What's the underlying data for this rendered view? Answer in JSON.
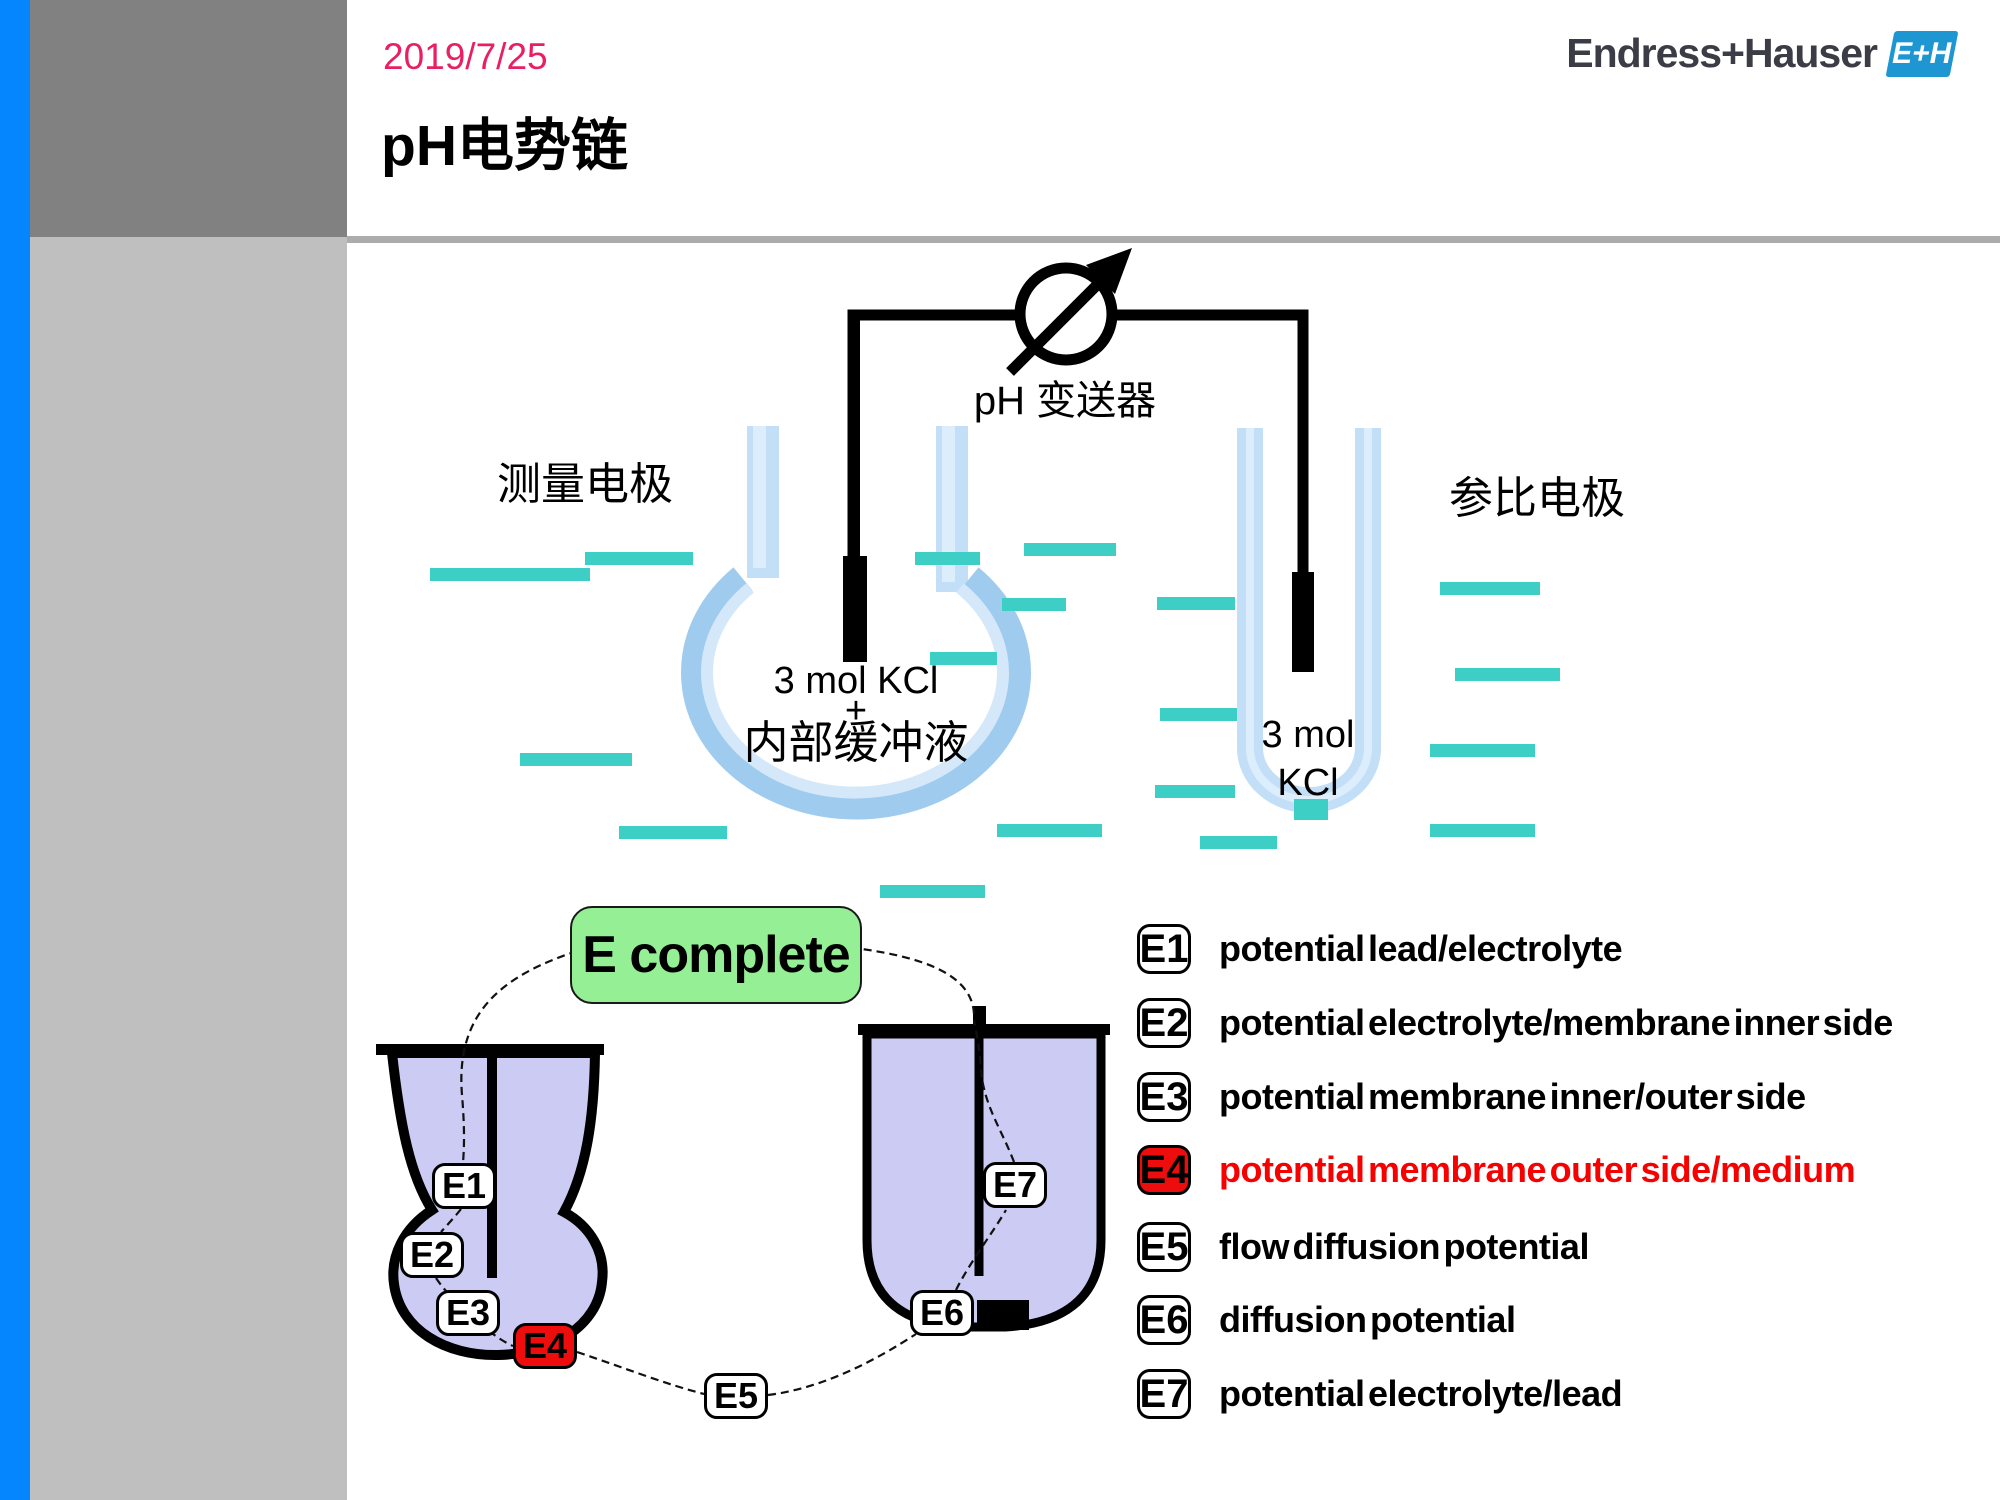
{
  "slide": {
    "date": "2019/7/25",
    "title": "pH电势链"
  },
  "logo": {
    "text": "Endress+Hauser",
    "badge": "E+H"
  },
  "apparatus": {
    "transmitter_label": "pH 变送器",
    "measuring_electrode_label": "测量电极",
    "reference_electrode_label": "参比电极",
    "measuring_electrolyte": [
      "3 mol KCl",
      "+",
      "内部缓冲液"
    ],
    "reference_electrolyte": [
      "3 mol",
      "KCl"
    ]
  },
  "chain": {
    "complete_label": "E complete",
    "nodes": [
      {
        "id": "E1",
        "highlight": false
      },
      {
        "id": "E2",
        "highlight": false
      },
      {
        "id": "E3",
        "highlight": false
      },
      {
        "id": "E4",
        "highlight": true
      },
      {
        "id": "E5",
        "highlight": false
      },
      {
        "id": "E6",
        "highlight": false
      },
      {
        "id": "E7",
        "highlight": false
      }
    ]
  },
  "legend": {
    "items": [
      {
        "id": "E1",
        "label": "potential lead/electrolyte",
        "highlight": false
      },
      {
        "id": "E2",
        "label": "potential electrolyte/membrane inner side",
        "highlight": false
      },
      {
        "id": "E3",
        "label": "potential membrane inner/outer side",
        "highlight": false
      },
      {
        "id": "E4",
        "label": "potential membrane outer side/medium",
        "highlight": true
      },
      {
        "id": "E5",
        "label": "flow diffusion potential",
        "highlight": false
      },
      {
        "id": "E6",
        "label": "diffusion potential",
        "highlight": false
      },
      {
        "id": "E7",
        "label": "potential electrolyte/lead",
        "highlight": false
      }
    ]
  },
  "colors": {
    "accent_pink": "#E91E63",
    "sidebar_blue": "#0586FF",
    "tube_blue": "#C3DFF7",
    "medium_teal": "#3DCEC5",
    "vessel_purple": "#CBCBF3",
    "complete_green": "#95EF95",
    "highlight_red": "#EE0D0D",
    "logo_blue": "#1E96D2"
  }
}
